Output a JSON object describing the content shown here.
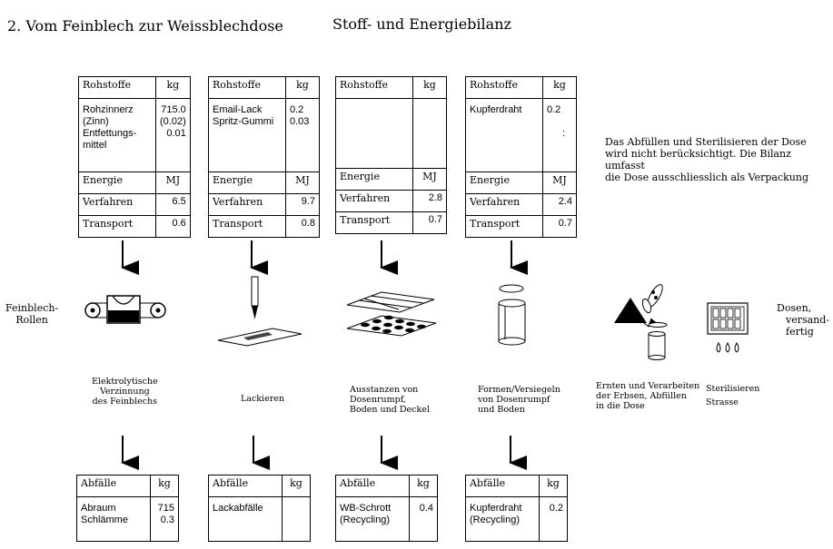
{
  "header": {
    "title_left": "2. Vom Feinblech zur Weissblechdose",
    "title_right": "Stoff- und Energiebilanz"
  },
  "note": {
    "line1": "Das Abfüllen und Sterilisieren der Dose",
    "line2": "wird nicht berücksichtigt. Die Bilanz umfasst",
    "line3": "die Dose ausschliesslich als Verpackung"
  },
  "labels": {
    "rohstoffe": "Rohstoffe",
    "kg": "kg",
    "energie": "Energie",
    "mj": "MJ",
    "verfahren": "Verfahren",
    "transport": "Transport",
    "abfaelle": "Abfälle"
  },
  "inputs": [
    {
      "names": [
        "Rohzinnerz",
        "(Zinn)",
        "Entfettungs-",
        "mittel"
      ],
      "values": [
        "715.0",
        "(0.02)",
        "0.01",
        ""
      ],
      "verfahren": "6.5",
      "transport": "0.6"
    },
    {
      "names": [
        "Email-Lack",
        "Spritz-Gummi"
      ],
      "values": [
        "0.2",
        "0.03"
      ],
      "verfahren": "9.7",
      "transport": "0.8"
    },
    {
      "names": [],
      "values": [],
      "verfahren": "2.8",
      "transport": "0.7"
    },
    {
      "names": [
        "Kupferdraht"
      ],
      "values": [
        "0.2",
        "",
        "",
        ":"
      ],
      "verfahren": "2.4",
      "transport": "0.7"
    }
  ],
  "side_labels": {
    "start_1": "Feinblech-",
    "start_2": "Rollen",
    "end_1": "Dosen,",
    "end_2": "versand-",
    "end_3": "fertig"
  },
  "processes": [
    {
      "lines": [
        "Elektrolytische",
        "Verzinnung",
        "des Feinblechs"
      ]
    },
    {
      "lines": [
        "Lackieren"
      ]
    },
    {
      "lines": [
        "Ausstanzen von",
        "Dosenrumpf,",
        "Boden und Deckel"
      ]
    },
    {
      "lines": [
        "Formen/Versiegeln",
        "von Dosenrumpf",
        "und Boden"
      ]
    },
    {
      "lines": [
        "Ernten und Verarbeiten",
        "der Erbsen, Abfüllen",
        "in die Dose"
      ]
    },
    {
      "lines": [
        "Sterilisieren",
        "Strasse"
      ]
    }
  ],
  "wastes": [
    {
      "names": [
        "Abraum",
        "Schlämme"
      ],
      "values": [
        "715",
        "0.3"
      ]
    },
    {
      "names": [
        "Lackabfälle"
      ],
      "values": [
        ""
      ]
    },
    {
      "names": [
        "WB-Schrott",
        "(Recycling)"
      ],
      "values": [
        "0.4",
        ""
      ]
    },
    {
      "names": [
        "Kupferdraht",
        "(Recycling)"
      ],
      "values": [
        "0.2",
        ""
      ]
    }
  ]
}
